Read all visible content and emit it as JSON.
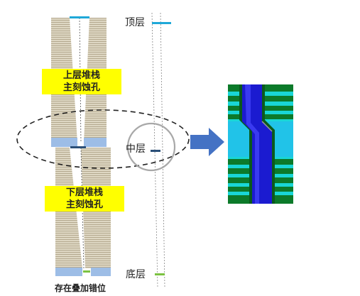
{
  "upper_stack": {
    "label_line1": "上层堆栈",
    "label_line2": "主刻蚀孔"
  },
  "lower_stack": {
    "label_line1": "下层堆栈",
    "label_line2": "主刻蚀孔"
  },
  "layers": {
    "top": "顶层",
    "middle": "中层",
    "bottom": "底层"
  },
  "caption": "存在叠加错位",
  "colors": {
    "stack_light": "#ded7c3",
    "stack_dark": "#b4a98f",
    "label_yellow": "#ffff00",
    "top_marker": "#1fa8d8",
    "middle_marker": "#2b4f78",
    "bottom_marker": "#7cc242",
    "arrow": "#4472c4",
    "sim_green": "#0c7a2a",
    "sim_cyan": "#19d6d6",
    "sim_blue": "#1b1bd0"
  },
  "icons": {
    "arrow": "right-arrow-icon",
    "ellipse": "dashed-ellipse",
    "magnifier": "zoom-circle"
  }
}
